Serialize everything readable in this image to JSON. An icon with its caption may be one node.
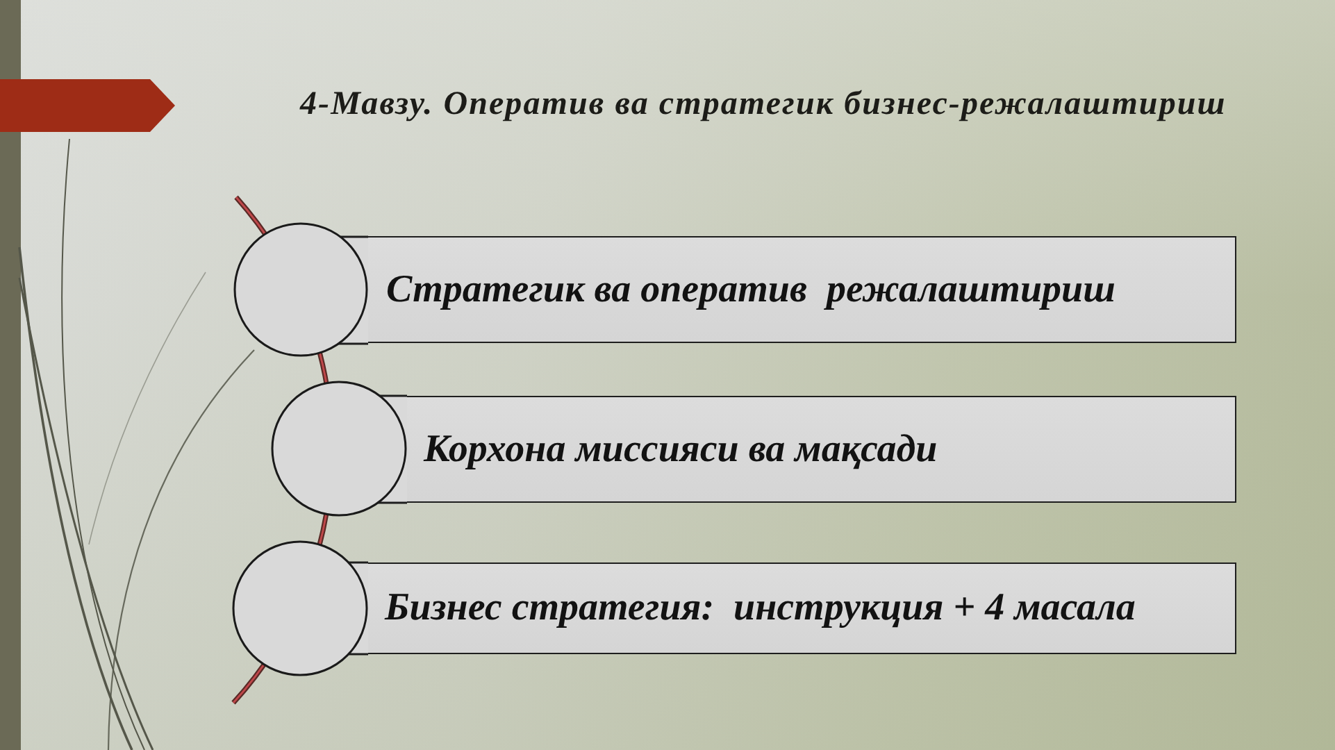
{
  "diagram": {
    "title": "4-Мавзу. Оператив ва стратегик бизнес-режалаштириш",
    "nodes": [
      {
        "text": [],
        "shape": "circle"
      },
      {
        "text": [
          "Стратегик ва оператив  режалаштириш"
        ]
      },
      {
        "text": [],
        "shape": "circle"
      },
      {
        "text": [
          "Корхона миссияси ва мақсади"
        ]
      },
      {
        "text": [],
        "shape": "circle"
      },
      {
        "text": [
          "Бизнес стратегия:  инструкция + 4 масала"
        ]
      }
    ]
  }
}
